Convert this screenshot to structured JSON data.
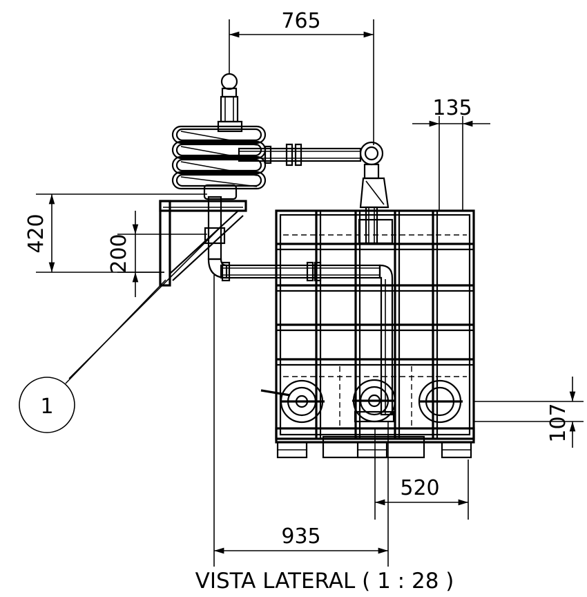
{
  "dimensions": {
    "top_width": "765",
    "top_right": "135",
    "left_height": "420",
    "left_inner": "200",
    "right_small": "107",
    "bottom_right": "520",
    "bottom_total": "935"
  },
  "callout": {
    "label": "1"
  },
  "view_title": "VISTA LATERAL ( 1 : 28 )"
}
